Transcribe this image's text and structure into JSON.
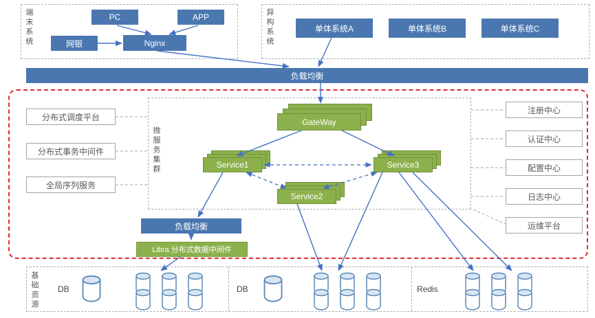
{
  "colors": {
    "blue": "#4a77b0",
    "green": "#8cb14c",
    "red_dashed": "#e02b2b",
    "arrow": "#4472c4",
    "gray_border": "#a6aeb8"
  },
  "terminal_system": {
    "label": "端末系统",
    "nodes": {
      "pc": "PC",
      "app": "APP",
      "netbank": "网银",
      "nginx": "Nginx"
    }
  },
  "hetero_system": {
    "label": "异构系统",
    "nodes": [
      "单体系统A",
      "单体系统B",
      "单体系统C"
    ]
  },
  "load_balancer_top": "负载均衡",
  "left_services": [
    "分布式调度平台",
    "分布式事务中间件",
    "全局序列服务"
  ],
  "microservice_cluster": {
    "label": "微服务集群",
    "gateway": "GateWay",
    "services": [
      "Service1",
      "Service2",
      "Service3"
    ]
  },
  "right_centers": [
    "注册中心",
    "认证中心",
    "配置中心",
    "日志中心",
    "运维平台"
  ],
  "inner_lb": "负载均衡",
  "libra": "Libra 分布式数据中间件",
  "base_resources": {
    "label": "基础资源",
    "groups": [
      "DB",
      "DB",
      "Redis"
    ]
  }
}
